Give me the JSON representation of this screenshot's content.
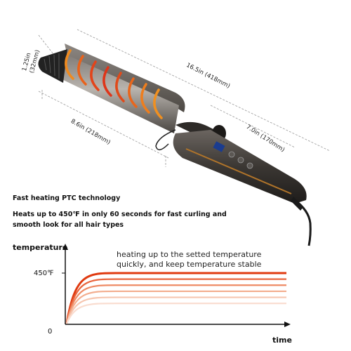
{
  "dimensions": {
    "diameter": "1.25in\n(32mm)",
    "total_length": "16.5in (418mm)",
    "barrel_length": "8.6in (218mm)",
    "handle_length": "7.0in (170mm)"
  },
  "features": {
    "headline": "Fast heating PTC technology",
    "subline": "Heats up to 450℉ in only 60 seconds for fast curling and smooth look for all hair types"
  },
  "chart_data": {
    "type": "line",
    "ylabel": "temperature",
    "xlabel": "time",
    "ytick_top": "450℉",
    "ytick_zero": "0",
    "annotation": "heating up to the setted temperature quickly, and keep temperature stable",
    "series_colors": [
      "#e03a10",
      "#e8643c",
      "#ee8a64",
      "#f3ad8e",
      "#f6c6b0",
      "#f9dccf"
    ],
    "series_levels": [
      1.0,
      0.88,
      0.76,
      0.64,
      0.52,
      0.4
    ]
  },
  "colors": {
    "body": "#5a5550",
    "accent": "#b0742a",
    "heat": "#e0361a"
  }
}
